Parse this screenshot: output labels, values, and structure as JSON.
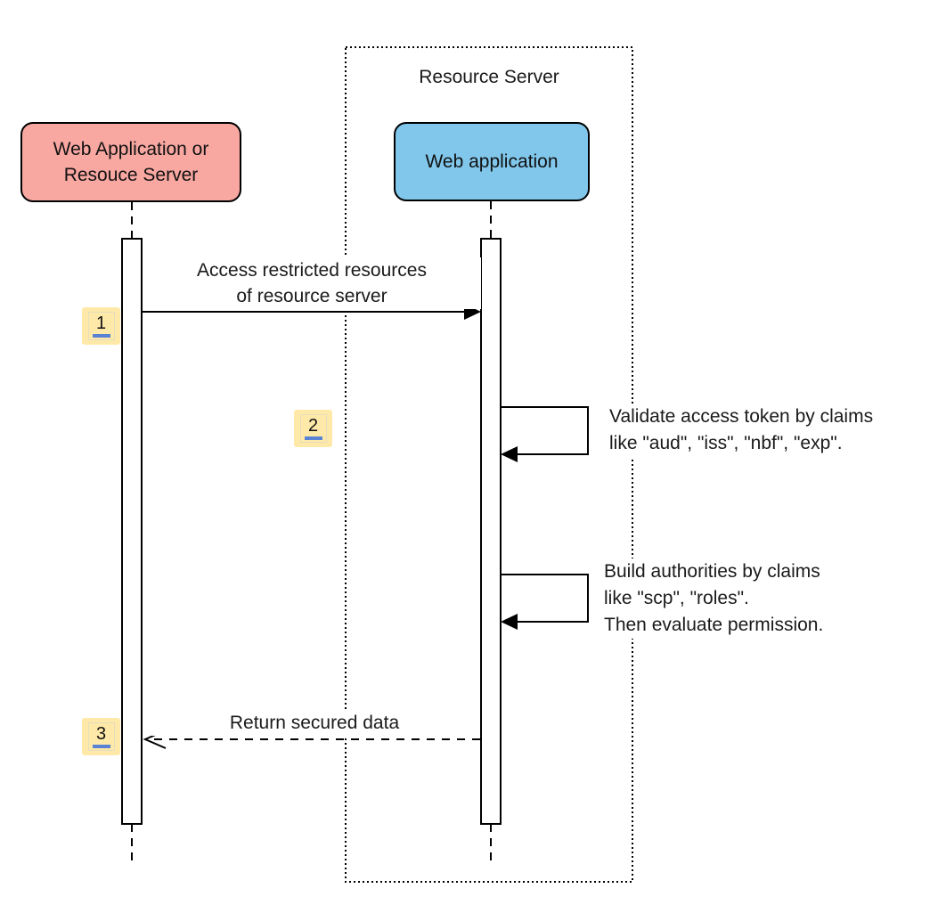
{
  "diagram": {
    "kind": "uml-sequence-diagram",
    "frame": {
      "title": "Resource Server"
    },
    "participants": {
      "client": {
        "line1": "Web Application or",
        "line2": "Resouce Server",
        "fill": "#F8A7A1"
      },
      "server": {
        "label": "Web application",
        "fill": "#80C7EB"
      }
    },
    "messages": {
      "m1": {
        "num": "1",
        "line1": "Access restricted resources",
        "line2": "of resource server",
        "style": "solid-arrow",
        "from": "client",
        "to": "server"
      },
      "m2": {
        "num": "2",
        "line1": "Validate access token by claims",
        "line2": "like \"aud\", \"iss\", \"nbf\", \"exp\".",
        "style": "self-call",
        "from": "server",
        "to": "server"
      },
      "m3": {
        "line1": "Build authorities by claims",
        "line2": "like \"scp\", \"roles\".",
        "line3": "Then evaluate permission.",
        "style": "self-call",
        "from": "server",
        "to": "server"
      },
      "m4": {
        "num": "3",
        "label": "Return secured data",
        "style": "dashed-return",
        "from": "server",
        "to": "client"
      }
    },
    "colors": {
      "client_fill": "#F8A7A1",
      "server_fill": "#80C7EB",
      "badge_fill": "#FFE9A8",
      "badge_underline": "#5A82D4",
      "stroke": "#000000",
      "background": "#FFFFFF"
    }
  }
}
